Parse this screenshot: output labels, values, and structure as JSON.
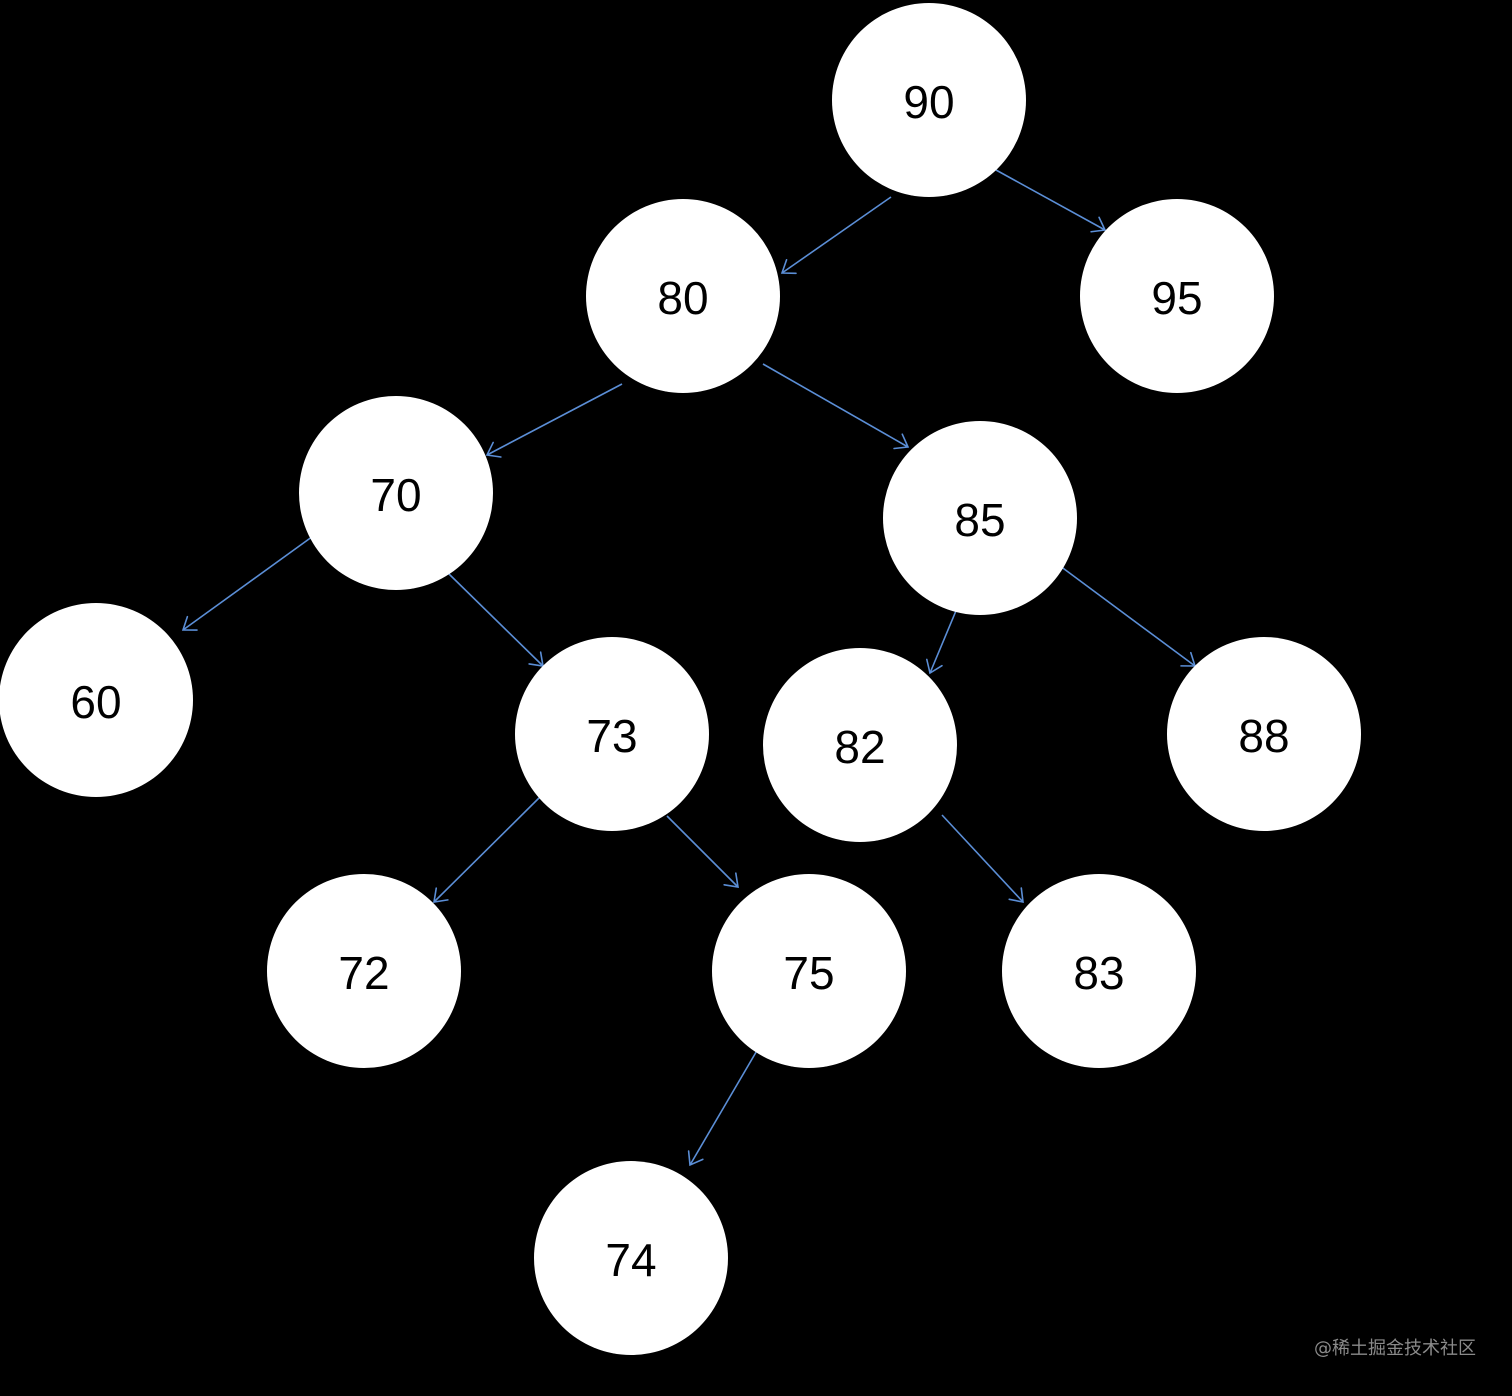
{
  "diagram": {
    "type": "binary-tree",
    "node_fill": "#ffffff",
    "edge_color": "#5b8ed6",
    "background": "#000000",
    "nodes": [
      {
        "id": "n90",
        "label": "90"
      },
      {
        "id": "n80",
        "label": "80"
      },
      {
        "id": "n95",
        "label": "95"
      },
      {
        "id": "n70",
        "label": "70"
      },
      {
        "id": "n85",
        "label": "85"
      },
      {
        "id": "n60",
        "label": "60"
      },
      {
        "id": "n73",
        "label": "73"
      },
      {
        "id": "n82",
        "label": "82"
      },
      {
        "id": "n88",
        "label": "88"
      },
      {
        "id": "n72",
        "label": "72"
      },
      {
        "id": "n75",
        "label": "75"
      },
      {
        "id": "n83",
        "label": "83"
      },
      {
        "id": "n74",
        "label": "74"
      }
    ],
    "edges": [
      {
        "from": "n90",
        "to": "n80"
      },
      {
        "from": "n90",
        "to": "n95"
      },
      {
        "from": "n80",
        "to": "n70"
      },
      {
        "from": "n80",
        "to": "n85"
      },
      {
        "from": "n70",
        "to": "n60"
      },
      {
        "from": "n70",
        "to": "n73"
      },
      {
        "from": "n85",
        "to": "n82"
      },
      {
        "from": "n85",
        "to": "n88"
      },
      {
        "from": "n73",
        "to": "n72"
      },
      {
        "from": "n73",
        "to": "n75"
      },
      {
        "from": "n82",
        "to": "n83"
      },
      {
        "from": "n75",
        "to": "n74"
      }
    ]
  },
  "watermark": {
    "text": "@稀土掘金技术社区"
  }
}
